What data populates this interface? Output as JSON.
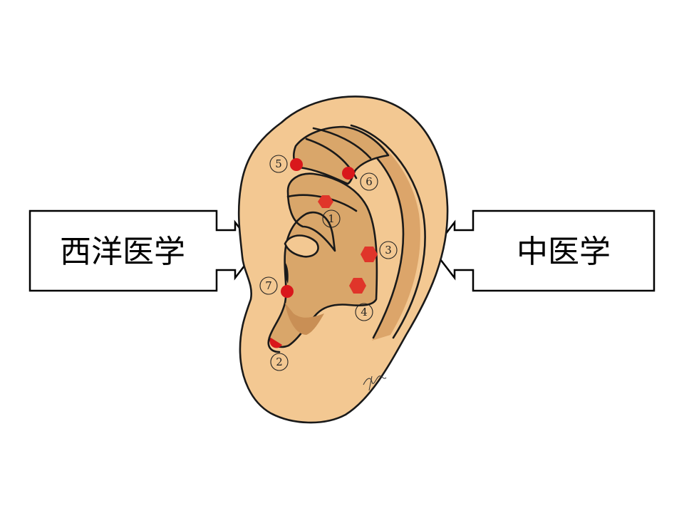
{
  "left_box": {
    "label": "西洋医学"
  },
  "right_box": {
    "label": "中医学"
  },
  "markers": [
    {
      "id": "1",
      "glyph": "①",
      "point_shape": "hexagon"
    },
    {
      "id": "2",
      "glyph": "②",
      "point_shape": "half-dot"
    },
    {
      "id": "3",
      "glyph": "③",
      "point_shape": "hexagon"
    },
    {
      "id": "4",
      "glyph": "④",
      "point_shape": "hexagon"
    },
    {
      "id": "5",
      "glyph": "⑤",
      "point_shape": "dot"
    },
    {
      "id": "6",
      "glyph": "⑥",
      "point_shape": "dot"
    },
    {
      "id": "7",
      "glyph": "⑦",
      "point_shape": "dot"
    }
  ],
  "colors": {
    "skin": "#f3c892",
    "inner": "#d9a66a",
    "inner_dark": "#c98f55",
    "point_dot": "#d9171b",
    "point_hex": "#e0352a",
    "outline": "#1a1a1a"
  }
}
